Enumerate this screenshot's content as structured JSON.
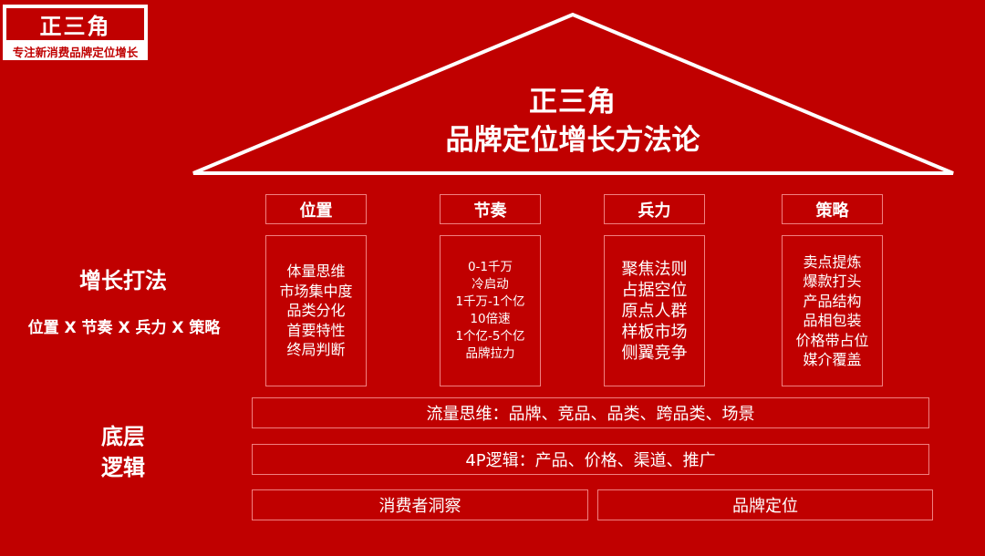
{
  "logo": {
    "title": "正三角",
    "subtitle": "专注新消费品牌定位增长"
  },
  "roof": {
    "title_line1": "正三角",
    "title_line2": "品牌定位增长方法论"
  },
  "growth": {
    "title": "增长打法",
    "formula": "位置 X 节奏 X 兵力 X 策略"
  },
  "pillars": [
    {
      "header": "位置",
      "items": [
        "体量思维",
        "市场集中度",
        "品类分化",
        "首要特性",
        "终局判断"
      ]
    },
    {
      "header": "节奏",
      "items": [
        "0-1千万",
        "冷启动",
        "1千万-1个亿",
        "10倍速",
        "1个亿-5个亿",
        "品牌拉力"
      ]
    },
    {
      "header": "兵力",
      "items": [
        "聚焦法则",
        "占据空位",
        "原点人群",
        "样板市场",
        "侧翼竞争"
      ]
    },
    {
      "header": "策略",
      "items": [
        "卖点提炼",
        "爆款打头",
        "产品结构",
        "品相包装",
        "价格带占位",
        "媒介覆盖"
      ]
    }
  ],
  "foundation": {
    "title_line1": "底层",
    "title_line2": "逻辑",
    "traffic": "流量思维：品牌、竞品、品类、跨品类、场景",
    "four_p": "4P逻辑：产品、价格、渠道、推广",
    "consumer_insight": "消费者洞察",
    "brand_positioning": "品牌定位"
  },
  "colors": {
    "background": "#c00000",
    "line": "#ffffff",
    "box_border": "#f08080"
  }
}
